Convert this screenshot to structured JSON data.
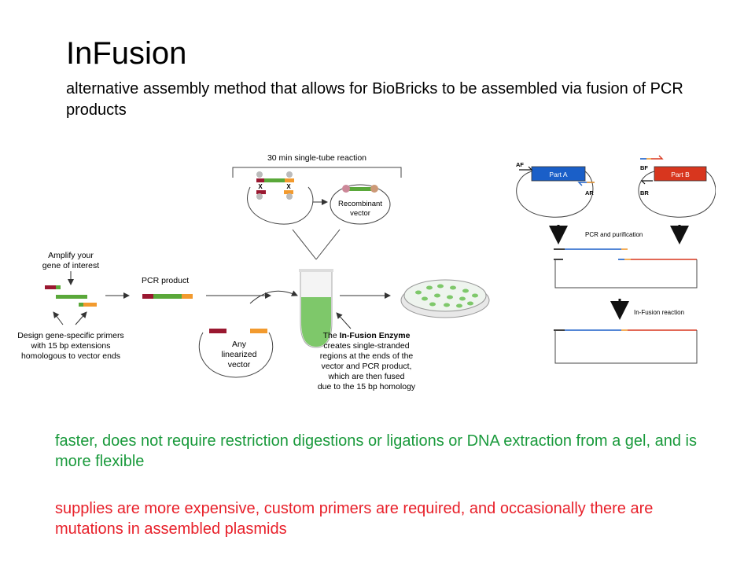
{
  "slide": {
    "title": "InFusion",
    "subtitle": "alternative assembly method that allows for BioBricks to be assembled via fusion of PCR products",
    "advantages": "faster, does not require restriction digestions or ligations or DNA extraction from a gel, and is more flexible",
    "disadvantages": "supplies are more expensive, custom primers are required, and occasionally there are mutations in assembled plasmids"
  },
  "left_diagram": {
    "reaction_label": "30 min single-tube reaction",
    "x_mark": "X",
    "recombinant_line1": "Recombinant",
    "recombinant_line2": "vector",
    "amplify_line1": "Amplify your",
    "amplify_line2": "gene of interest",
    "pcr_product": "PCR product",
    "design_line1": "Design gene-specific primers",
    "design_line2": "with 15 bp extensions",
    "design_line3": "homologous to vector ends",
    "vector_line1": "Any",
    "vector_line2": "linearized",
    "vector_line3": "vector",
    "enzyme_prefix": "The ",
    "enzyme_name": "In-Fusion Enzyme",
    "enzyme_line2": "creates single-stranded",
    "enzyme_line3": "regions at the ends of the",
    "enzyme_line4": "vector and PCR product,",
    "enzyme_line5": "which are then fused",
    "enzyme_line6": "due to the 15 bp homology"
  },
  "right_diagram": {
    "af": "AF",
    "ar": "AR",
    "bf": "BF",
    "br": "BR",
    "part_a": "Part A",
    "part_b": "Part B",
    "pcr_purification": "PCR and purification",
    "infusion_reaction": "In-Fusion reaction"
  },
  "colors": {
    "green_text": "#1a9a3c",
    "red_text": "#e8202a",
    "gene_green": "#5aa83a",
    "primer_red": "#9a1830",
    "primer_orange": "#f29a2e",
    "part_a_blue": "#1a5fc8",
    "part_b_red": "#d8361e"
  }
}
